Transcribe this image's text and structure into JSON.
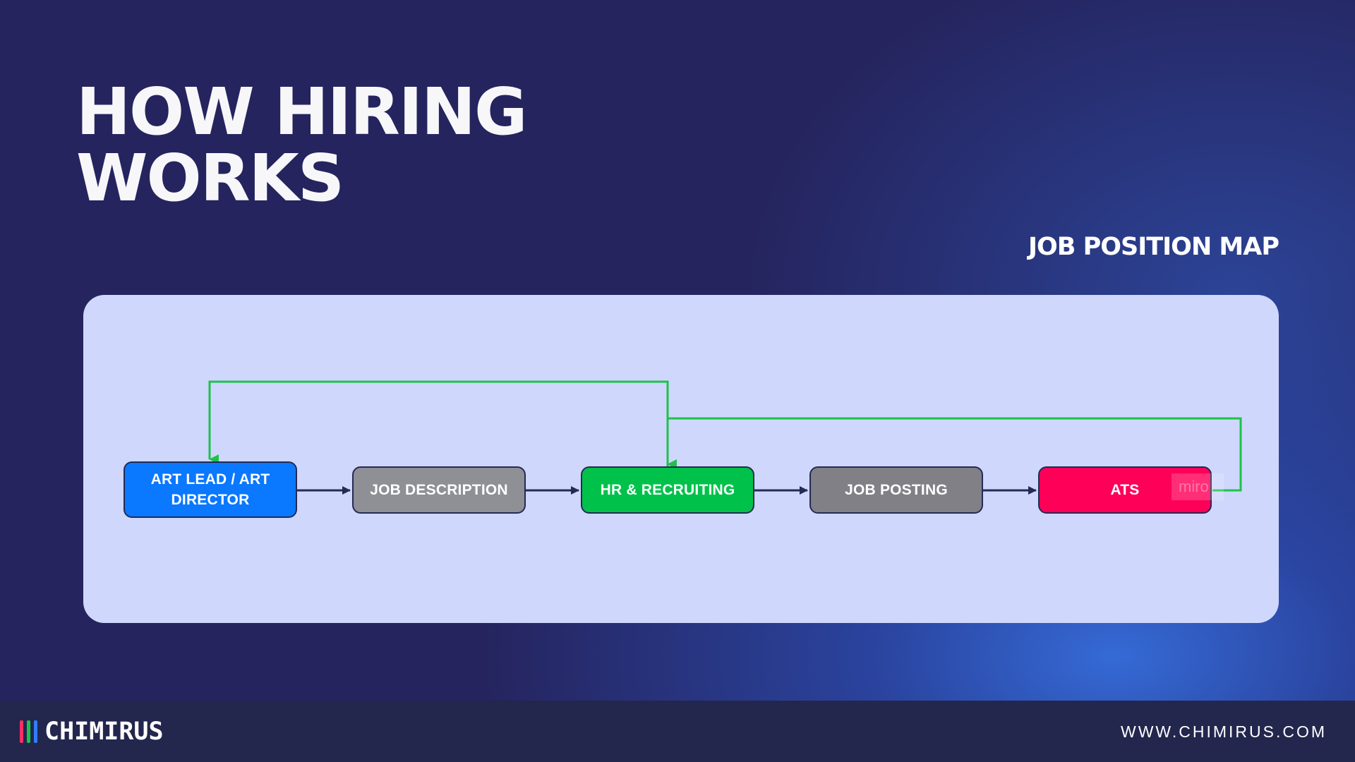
{
  "title": {
    "line1": "HOW HIRING",
    "line2": "WORKS"
  },
  "subtitle": "JOB POSITION MAP",
  "diagram": {
    "nodes": [
      {
        "id": "art-lead",
        "label": "ART LEAD / ART\nDIRECTOR",
        "color": "#0a78ff"
      },
      {
        "id": "job-description",
        "label": "JOB DESCRIPTION",
        "color": "#8f8f96"
      },
      {
        "id": "hr-recruiting",
        "label": "HR & RECRUITING",
        "color": "#00c24a"
      },
      {
        "id": "job-posting",
        "label": "JOB POSTING",
        "color": "#808086"
      },
      {
        "id": "ats",
        "label": "ATS",
        "color": "#ff0059"
      }
    ],
    "edges": [
      {
        "from": "art-lead",
        "to": "job-description",
        "color": "#252a55"
      },
      {
        "from": "job-description",
        "to": "hr-recruiting",
        "color": "#252a55"
      },
      {
        "from": "hr-recruiting",
        "to": "job-posting",
        "color": "#252a55"
      },
      {
        "from": "job-posting",
        "to": "ats",
        "color": "#252a55"
      },
      {
        "from": "hr-recruiting",
        "to": "art-lead",
        "color": "#1ec24a"
      },
      {
        "from": "ats",
        "to": "hr-recruiting",
        "color": "#1ec24a"
      }
    ],
    "watermark": "miro"
  },
  "footer": {
    "brand": "CHIMIRUS",
    "brand_colors": [
      "#ff2e63",
      "#1ec24a",
      "#2f7dff"
    ],
    "website": "WWW.CHIMIRUS.COM"
  }
}
